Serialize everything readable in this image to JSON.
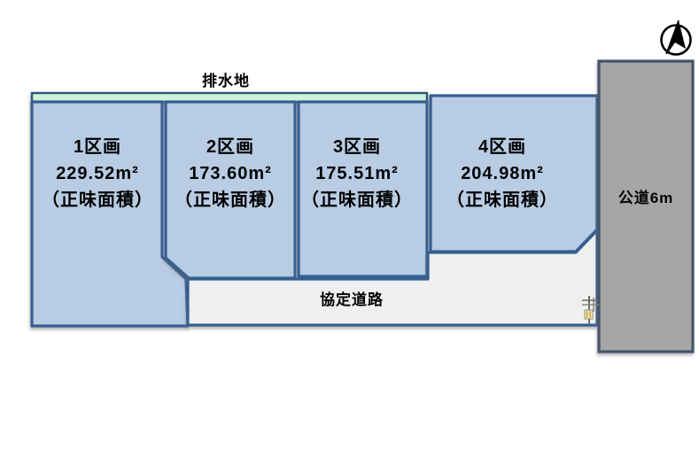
{
  "diagram": {
    "drainage": {
      "label": "排水地"
    },
    "parcels": [
      {
        "name": "1区画",
        "area": "229.52m²",
        "note": "（正味面積）"
      },
      {
        "name": "2区画",
        "area": "173.60m²",
        "note": "（正味面積）"
      },
      {
        "name": "3区画",
        "area": "175.51m²",
        "note": "（正味面積）"
      },
      {
        "name": "4区画",
        "area": "204.98m²",
        "note": "（正味面積）"
      }
    ],
    "agreement_road": {
      "label": "協定道路"
    },
    "public_road": {
      "label": "公道6m"
    },
    "icons": {
      "compass": "north-arrow-icon",
      "utility_marker": "utility-marker-icon"
    },
    "colors": {
      "parcel_fill": "#b8cce4",
      "parcel_border": "#365f91",
      "drainage_fill": "#cdf2d9",
      "drainage_border": "#2e5676",
      "agreement_road_fill": "#efefef",
      "agreement_road_border": "#365f91",
      "public_road_fill": "#a6a6a6",
      "public_road_border": "#44546a",
      "compass_color": "#000000",
      "background": "#ffffff"
    }
  }
}
